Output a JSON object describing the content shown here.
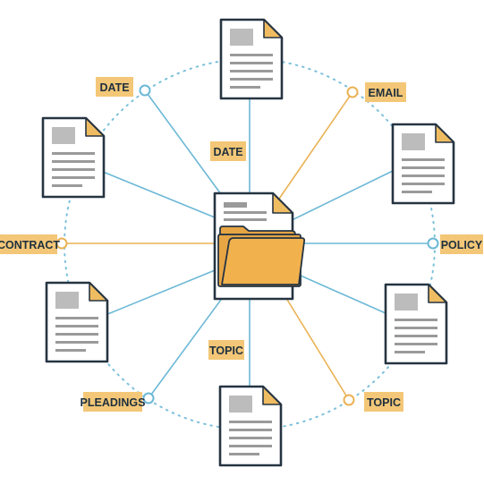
{
  "diagram": {
    "colors": {
      "blue": "#6cb8d6",
      "orange": "#eab255",
      "tag_bg": "#f3c777",
      "doc_stroke": "#263442",
      "doc_fold": "#f0bc61",
      "folder": "#f1b24e"
    },
    "icons": {
      "center": "folder-with-document-icon",
      "satellite": "document-icon"
    },
    "tags": {
      "date_top_left": "DATE",
      "date_spoke": "DATE",
      "email": "EMAIL",
      "contract": "CONTRACT",
      "policy": "POLICY",
      "topic_spoke": "TOPIC",
      "pleadings": "PLEADINGS",
      "topic_bottom_right": "TOPIC"
    }
  }
}
